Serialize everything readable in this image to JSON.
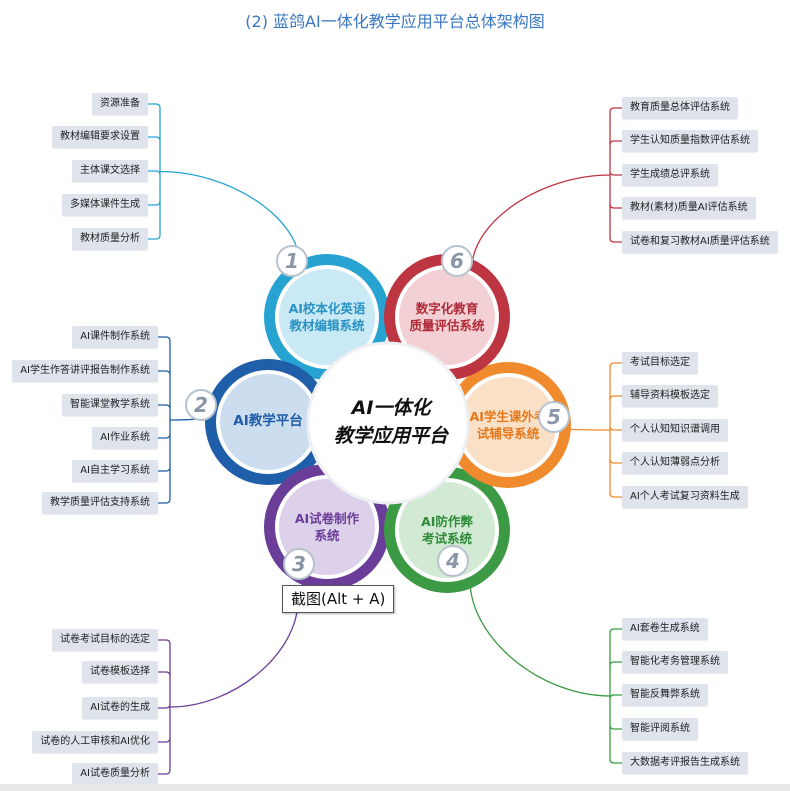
{
  "title": "(2) 蓝鸽AI一体化教学应用平台总体架构图",
  "hub": {
    "line1": "AI一体化",
    "line2": "教学应用平台"
  },
  "tooltip": "截图(Alt + A)",
  "colors": {
    "m1": "#27a3d2",
    "m2": "#1f5ea8",
    "m3": "#6a3d99",
    "m4": "#3b9a43",
    "m5": "#ef8a2d",
    "m6": "#be3542"
  },
  "modules": [
    {
      "num": "1",
      "line1": "AI校本化英语",
      "line2": "教材编辑系统",
      "leaves": [
        "资源准备",
        "教材编辑要求设置",
        "主体课文选择",
        "多媒体课件生成",
        "教材质量分析"
      ]
    },
    {
      "num": "2",
      "line1": "AI教学平台",
      "line2": "",
      "leaves": [
        "AI课件制作系统",
        "AI学生作答讲评报告制作系统",
        "智能课堂教学系统",
        "AI作业系统",
        "AI自主学习系统",
        "教学质量评估支持系统"
      ]
    },
    {
      "num": "3",
      "line1": "AI试卷制作",
      "line2": "系统",
      "leaves": [
        "试卷考试目标的选定",
        "试卷模板选择",
        "AI试卷的生成",
        "试卷的人工审核和AI优化",
        "AI试卷质量分析"
      ]
    },
    {
      "num": "4",
      "line1": "AI防作弊",
      "line2": "考试系统",
      "leaves": [
        "AI套卷生成系统",
        "智能化考务管理系统",
        "智能反舞弊系统",
        "智能评阅系统",
        "大数据考评报告生成系统"
      ]
    },
    {
      "num": "5",
      "line1": "AI学生课外考",
      "line2": "试辅导系统",
      "leaves": [
        "考试目标选定",
        "辅导资料模板选定",
        "个人认知知识谱调用",
        "个人认知薄弱点分析",
        "AI个人考试复习资料生成"
      ]
    },
    {
      "num": "6",
      "line1": "数字化教育",
      "line2": "质量评估系统",
      "leaves": [
        "教育质量总体评估系统",
        "学生认知质量指数评估系统",
        "学生成绩总评系统",
        "教材(素材)质量AI评估系统",
        "试卷和复习教材AI质量评估系统"
      ]
    }
  ]
}
